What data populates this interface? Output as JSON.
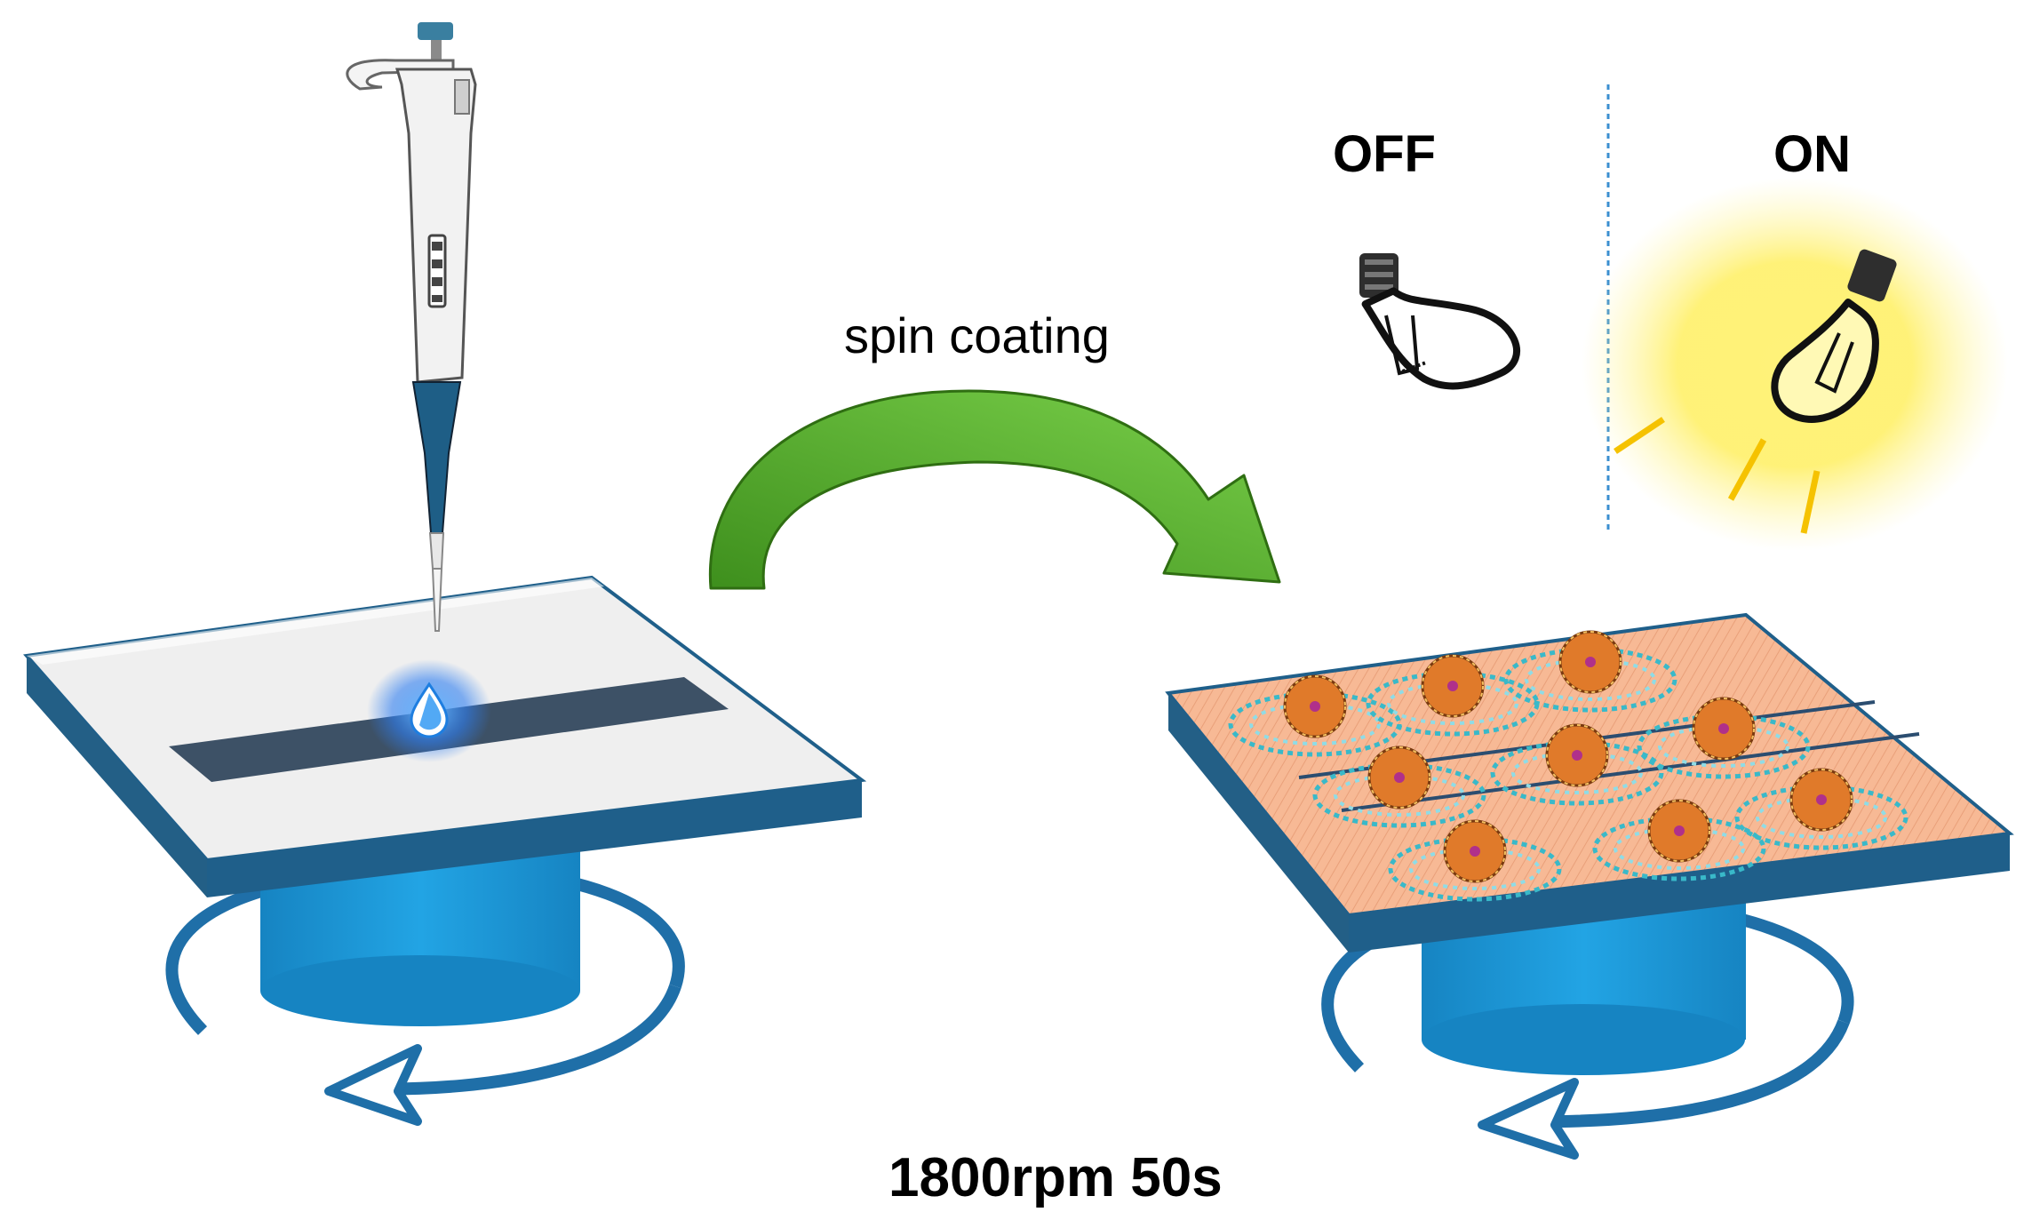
{
  "labels": {
    "off": "OFF",
    "on": "ON",
    "process": "spin coating",
    "condition": "1800rpm 50s"
  },
  "colors": {
    "substrate_edge": "#1f5f8a",
    "substrate_top": "#efefef",
    "electrode_strip": "#3d5166",
    "spinner_chuck": "#1b9ad6",
    "rotation_arrow": "#1f6fa8",
    "drop": "#4aa8ff",
    "coated_film": "#f6b48c",
    "process_arrow": "#4fa824",
    "bulb_glow": "#ffec5c",
    "divider": "#3b8fd0"
  },
  "icons": {
    "pipette": "pipette-icon",
    "drop": "drop-icon",
    "bulb_off": "lightbulb-off-icon",
    "bulb_on": "lightbulb-on-icon",
    "rotation": "rotation-arrow-icon",
    "molecule": "fullerene-molecule-icon"
  }
}
